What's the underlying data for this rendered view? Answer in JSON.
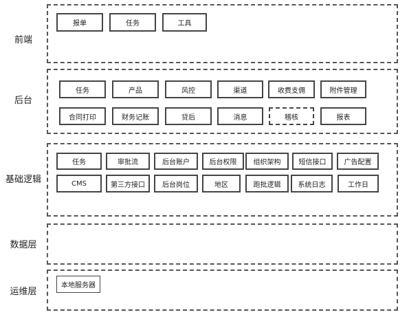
{
  "layers": [
    {
      "label": "前端",
      "modules": [
        "报单",
        "任务",
        "工具"
      ]
    },
    {
      "label": "后台",
      "modules": [
        "任务",
        "产品",
        "风控",
        "渠道",
        "收费支佣",
        "附件管理",
        "合同打印",
        "财务记账",
        "贷后",
        "消息",
        "稽核",
        "报表"
      ]
    },
    {
      "label": "基础逻辑",
      "modules": [
        "任务",
        "审批流",
        "后台账户",
        "后台权限",
        "组织架构",
        "短信接口",
        "广告配置",
        "CMS",
        "第三方接口",
        "后台岗位",
        "地区",
        "跑批逻辑",
        "系统日志",
        "工作日"
      ]
    },
    {
      "label": "数据层",
      "modules": []
    },
    {
      "label": "运维层",
      "modules": [
        "本地服务器"
      ]
    }
  ]
}
